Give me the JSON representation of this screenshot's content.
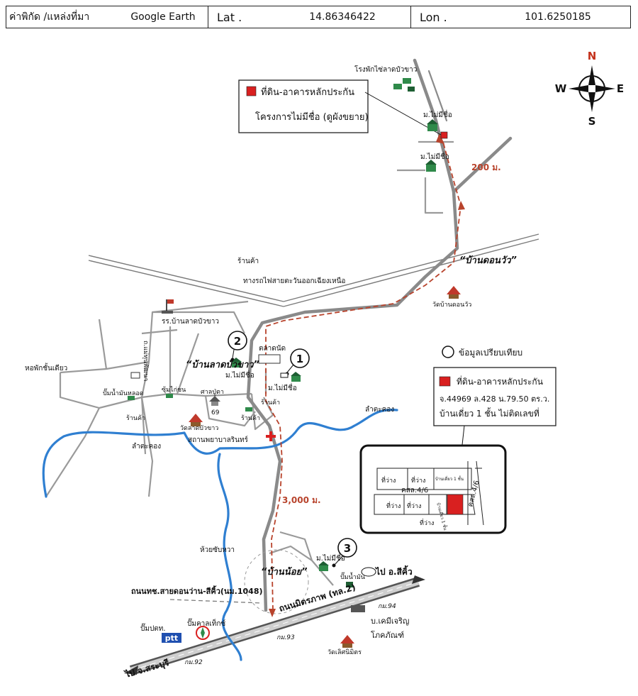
{
  "header": {
    "coord_label": "ค่าพิกัด /แหล่งที่มา",
    "source": "Google Earth",
    "lat_label": "Lat .",
    "lat_value": "14.86346422",
    "lon_label": "Lon .",
    "lon_value": "101.6250185"
  },
  "compass": {
    "n": "N",
    "s": "S",
    "e": "E",
    "w": "W"
  },
  "legend_top": {
    "line1": "ที่ดิน-อาคารหลักประกัน",
    "line2": "โครงการไม่มีชื่อ (ดูผังขยาย)"
  },
  "legend_compare": {
    "label": "ข้อมูลเปรียบเทียบ"
  },
  "legend_property": {
    "line1": "ที่ดิน-อาคารหลักประกัน",
    "line2": "จ.44969 ล.428 น.79.50 ตร.ว.",
    "line3": "บ้านเดี่ยว 1 ชั้น  ไม่ติดเลขที่"
  },
  "inset": {
    "road_main": "คสล.4/6",
    "road_side": "คสล.4/6",
    "lot_empty": "ที่ว่าง",
    "lot_house": "บ้านเดี่ยว 1 ชั้น",
    "lot_house2": "บ้านเดี่ยว 1 ชั้น"
  },
  "labels": {
    "resort": "โรงพักไซ่ลาดบัวขาว",
    "no_name": "ม.ไม่มีชื่อ",
    "dist_200": "200 ม.",
    "ban_don_wua": "“บ้านดอนวัว”",
    "railway": "ทางรถไฟสายตะวันออกเฉียงเหนือ",
    "shop": "ร้านค้า",
    "wat_don_wua": "วัดบ้านดอนวัว",
    "school": "รร.บ้านลาดบัวขาว",
    "market": "ตลาดนัด",
    "ban_lat_bua_khao": "“บ้านลาดบัวขาว”",
    "dorm": "หอพักชั้นเดียว",
    "gas_small": "ปั๊มน้ำมันหลอด",
    "chum_kai": "ซุ้มไก่ชน",
    "sala": "ศาลปู่ตา",
    "num_69": "69",
    "wat_lat_bua_khao": "วัดลาดบัวขาว",
    "hospital": "สถานพยาบาลรินทร์",
    "lam_ta_khong": "ลำตะคอง",
    "lam_ta_khong_right": "ลำตะคอง",
    "street_v": "ถ.แม่ทุนพัฒนา",
    "dist_3000": "3,000 ม.",
    "huai_sap": "ห้วยซับหวา",
    "ban_noi": "“บ้านน้อย”",
    "gas_station": "ปั๊มน้ำมัน",
    "to_sikhio": "ไป อ.สีคิ้ว",
    "road_1048": "ถนนทช.สายดอนว่าน-สีคิ้ว(นม.1048)",
    "road_mittraphap": "ถนนมิตรภาพ (ทล.2)",
    "km_94": "กม.94",
    "chemical": "บ.เคมีเจริญ",
    "kokaphan": "โภคภัณฑ์",
    "pump_khalex": "ปั๊มคาลเท็กซ์",
    "pump_ptt": "ปั๊มปตท.",
    "ptt_logo": "ptt",
    "km_93": "กม.93",
    "wat_loet": "วัดเลิศนิมิตร",
    "to_saraburi": "ไป จ.สระบุรี",
    "km_92": "กม.92",
    "c1": "1",
    "c2": "2",
    "c3": "3"
  },
  "colors": {
    "road": "#8a8a8a",
    "river": "#2f7fd1",
    "route": "#b8432c",
    "marker": "#d92020",
    "green": "#2f8a4a"
  }
}
